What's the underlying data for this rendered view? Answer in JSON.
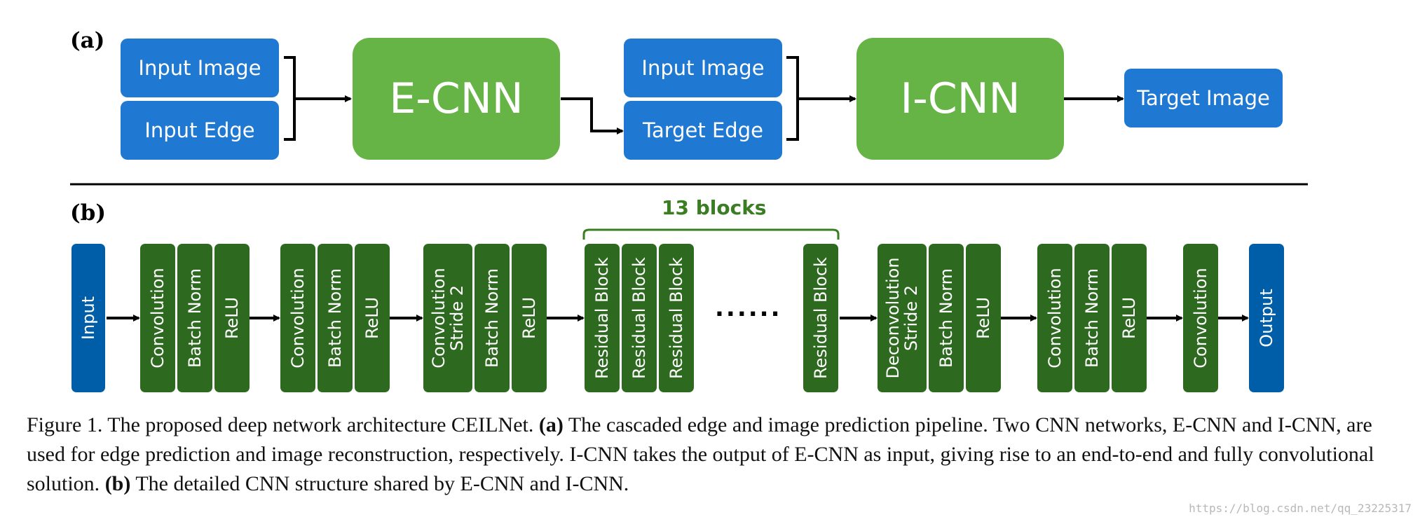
{
  "panel_a": {
    "label": "(a)",
    "input_image_1": "Input Image",
    "input_edge": "Input Edge",
    "ecnn": "E-CNN",
    "input_image_2": "Input Image",
    "target_edge": "Target Edge",
    "icnn": "I-CNN",
    "target_image": "Target Image"
  },
  "panel_b": {
    "label": "(b)",
    "blocks_label": "13 blocks",
    "dots": "......",
    "input": "Input",
    "output": "Output",
    "g1": [
      "Convolution",
      "Batch Norm",
      "ReLU"
    ],
    "g2": [
      "Convolution",
      "Batch Norm",
      "ReLU"
    ],
    "g3_conv_l1": "Convolution",
    "g3_conv_l2": "Stride 2",
    "g3": [
      "Batch Norm",
      "ReLU"
    ],
    "residual": [
      "Residual Block",
      "Residual Block",
      "Residual Block",
      "Residual Block"
    ],
    "g5_deconv_l1": "Deconvolution",
    "g5_deconv_l2": "Stride 2",
    "g5": [
      "Batch Norm",
      "ReLU"
    ],
    "g6": [
      "Convolution",
      "Batch Norm",
      "ReLU"
    ],
    "g7": [
      "Convolution"
    ]
  },
  "caption": {
    "p1": "Figure 1. The proposed deep network architecture CEILNet. ",
    "a_label": "(a)",
    "p2": " The cascaded edge and image prediction pipeline. Two CNN networks, E-CNN and I-CNN, are used for edge prediction and image reconstruction, respectively. I-CNN takes the output of E-CNN as input, giving rise to an end-to-end and fully convolutional solution. ",
    "b_label": "(b)",
    "p3": " The detailed CNN structure shared by E-CNN and I-CNN."
  },
  "watermark": "https://blog.csdn.net/qq_23225317",
  "colors": {
    "blue_box": "#1f78d1",
    "green_network": "#67b446",
    "dark_green_layer": "#2d6a20",
    "io_blue": "#005ea8",
    "blocks_label": "#3a7d22"
  }
}
